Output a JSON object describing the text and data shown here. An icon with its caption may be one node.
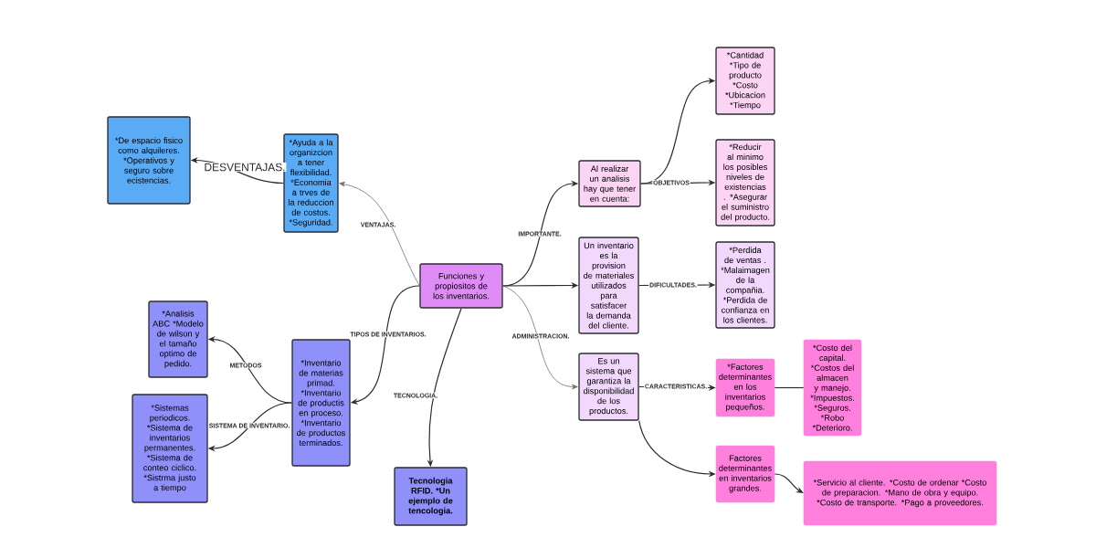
{
  "diagram": {
    "nodes": [
      {
        "text": [
          "Funciones y propiositos de los inventarios."
        ]
      },
      {
        "text": [
          "*Ayuda a la organizcion a tener flexibilidad. *Economia a trves de la reduccion de costos. *Seguridad."
        ]
      },
      {
        "text": [
          "*De espacio fisico como alquileres. *Operativos y seguro sobre ecistencias."
        ]
      },
      {
        "text": [
          "Al realizar un analisis hay que tener en cuenta:"
        ]
      },
      {
        "text": [
          "*Cantidad *Tipo de producto *Costo *Ubicacion *Tiempo"
        ]
      },
      {
        "text": [
          "*Reducir al minimo los posibles niveles de existencias . *Asegurar el suministro del producto."
        ]
      },
      {
        "text": [
          "Un inventario es la provision de materiales utilizados para satisfacer la demanda del cliente."
        ]
      },
      {
        "text": [
          "*Perdida de ventas . *Malaimagen de la compañia. *Perdida de confianza en los clientes."
        ]
      },
      {
        "text": [
          "Es un sistema que garantiza la disponibilidad de los productos."
        ]
      },
      {
        "text": [
          "*Factores determinantes en los inventarios pequeños."
        ]
      },
      {
        "text": [
          "*Costo del capital. *Costos del almacen y manejo. *Impuestos. *Seguros. *Robo *Deterioro."
        ]
      },
      {
        "text": [
          "Factores determinantes en inventarios grandes."
        ]
      },
      {
        "text": [
          "*Servicio al cliente.  *Costo de ordenar *Costo de preparacion.  *Mano de obra y equipo.  *Costo de transporte.  *Pago a proveedores."
        ]
      },
      {
        "text": [
          "*Inventario de materias primad. *Inventario de productis en proceso. *Inventario de productos terminados."
        ]
      },
      {
        "text": [
          "*Analisis ABC *Modelo de wilson y el tamaño optimo de pedido."
        ]
      },
      {
        "text": [
          "*Sistemas periodicos. *Sistema de inventarios permanentes. *Sistema de conteo ciclico. *Sistrma justo a tiempo"
        ]
      },
      {
        "text": [
          "Tecnologia RFID.      *Un ejemplo de tencologia."
        ]
      }
    ],
    "edges": [
      {
        "from": 0,
        "to": 1,
        "arrow": "to",
        "label": "VENTAJAS.",
        "color": "#707070"
      },
      {
        "from": 1,
        "to": 2,
        "arrow": "to",
        "label": "DESVENTAJAS."
      },
      {
        "from": 0,
        "to": 3,
        "arrow": "to",
        "label": "IMPORTANTE."
      },
      {
        "from": 3,
        "to": 4,
        "arrow": "to"
      },
      {
        "from": 3,
        "to": 5,
        "arrow": "to",
        "label": "OBJETIVOS"
      },
      {
        "from": 0,
        "to": 6,
        "arrow": "to"
      },
      {
        "from": 6,
        "to": 7,
        "arrow": "to",
        "label": "DIFICULTADES."
      },
      {
        "from": 0,
        "to": 8,
        "arrow": "to",
        "label": "ADMINISTRACION.",
        "color": "#707070"
      },
      {
        "from": 8,
        "to": 9,
        "arrow": "to",
        "label": "CARACTERISTICAS."
      },
      {
        "from": 9,
        "to": 10,
        "arrow": "none"
      },
      {
        "from": 8,
        "to": 11,
        "arrow": "to"
      },
      {
        "from": 11,
        "to": 12,
        "arrow": "to"
      },
      {
        "from": 0,
        "to": 13,
        "arrow": "to",
        "label": "TIPOS DE INVENTARIOS."
      },
      {
        "from": 13,
        "to": 14,
        "arrow": "to",
        "label": "METODOS"
      },
      {
        "from": 13,
        "to": 15,
        "arrow": "to",
        "label": "SISTEMA DE INVENTARIO."
      },
      {
        "from": 0,
        "to": 16,
        "arrow": "to",
        "label": "TECNOLOGIA."
      }
    ]
  }
}
